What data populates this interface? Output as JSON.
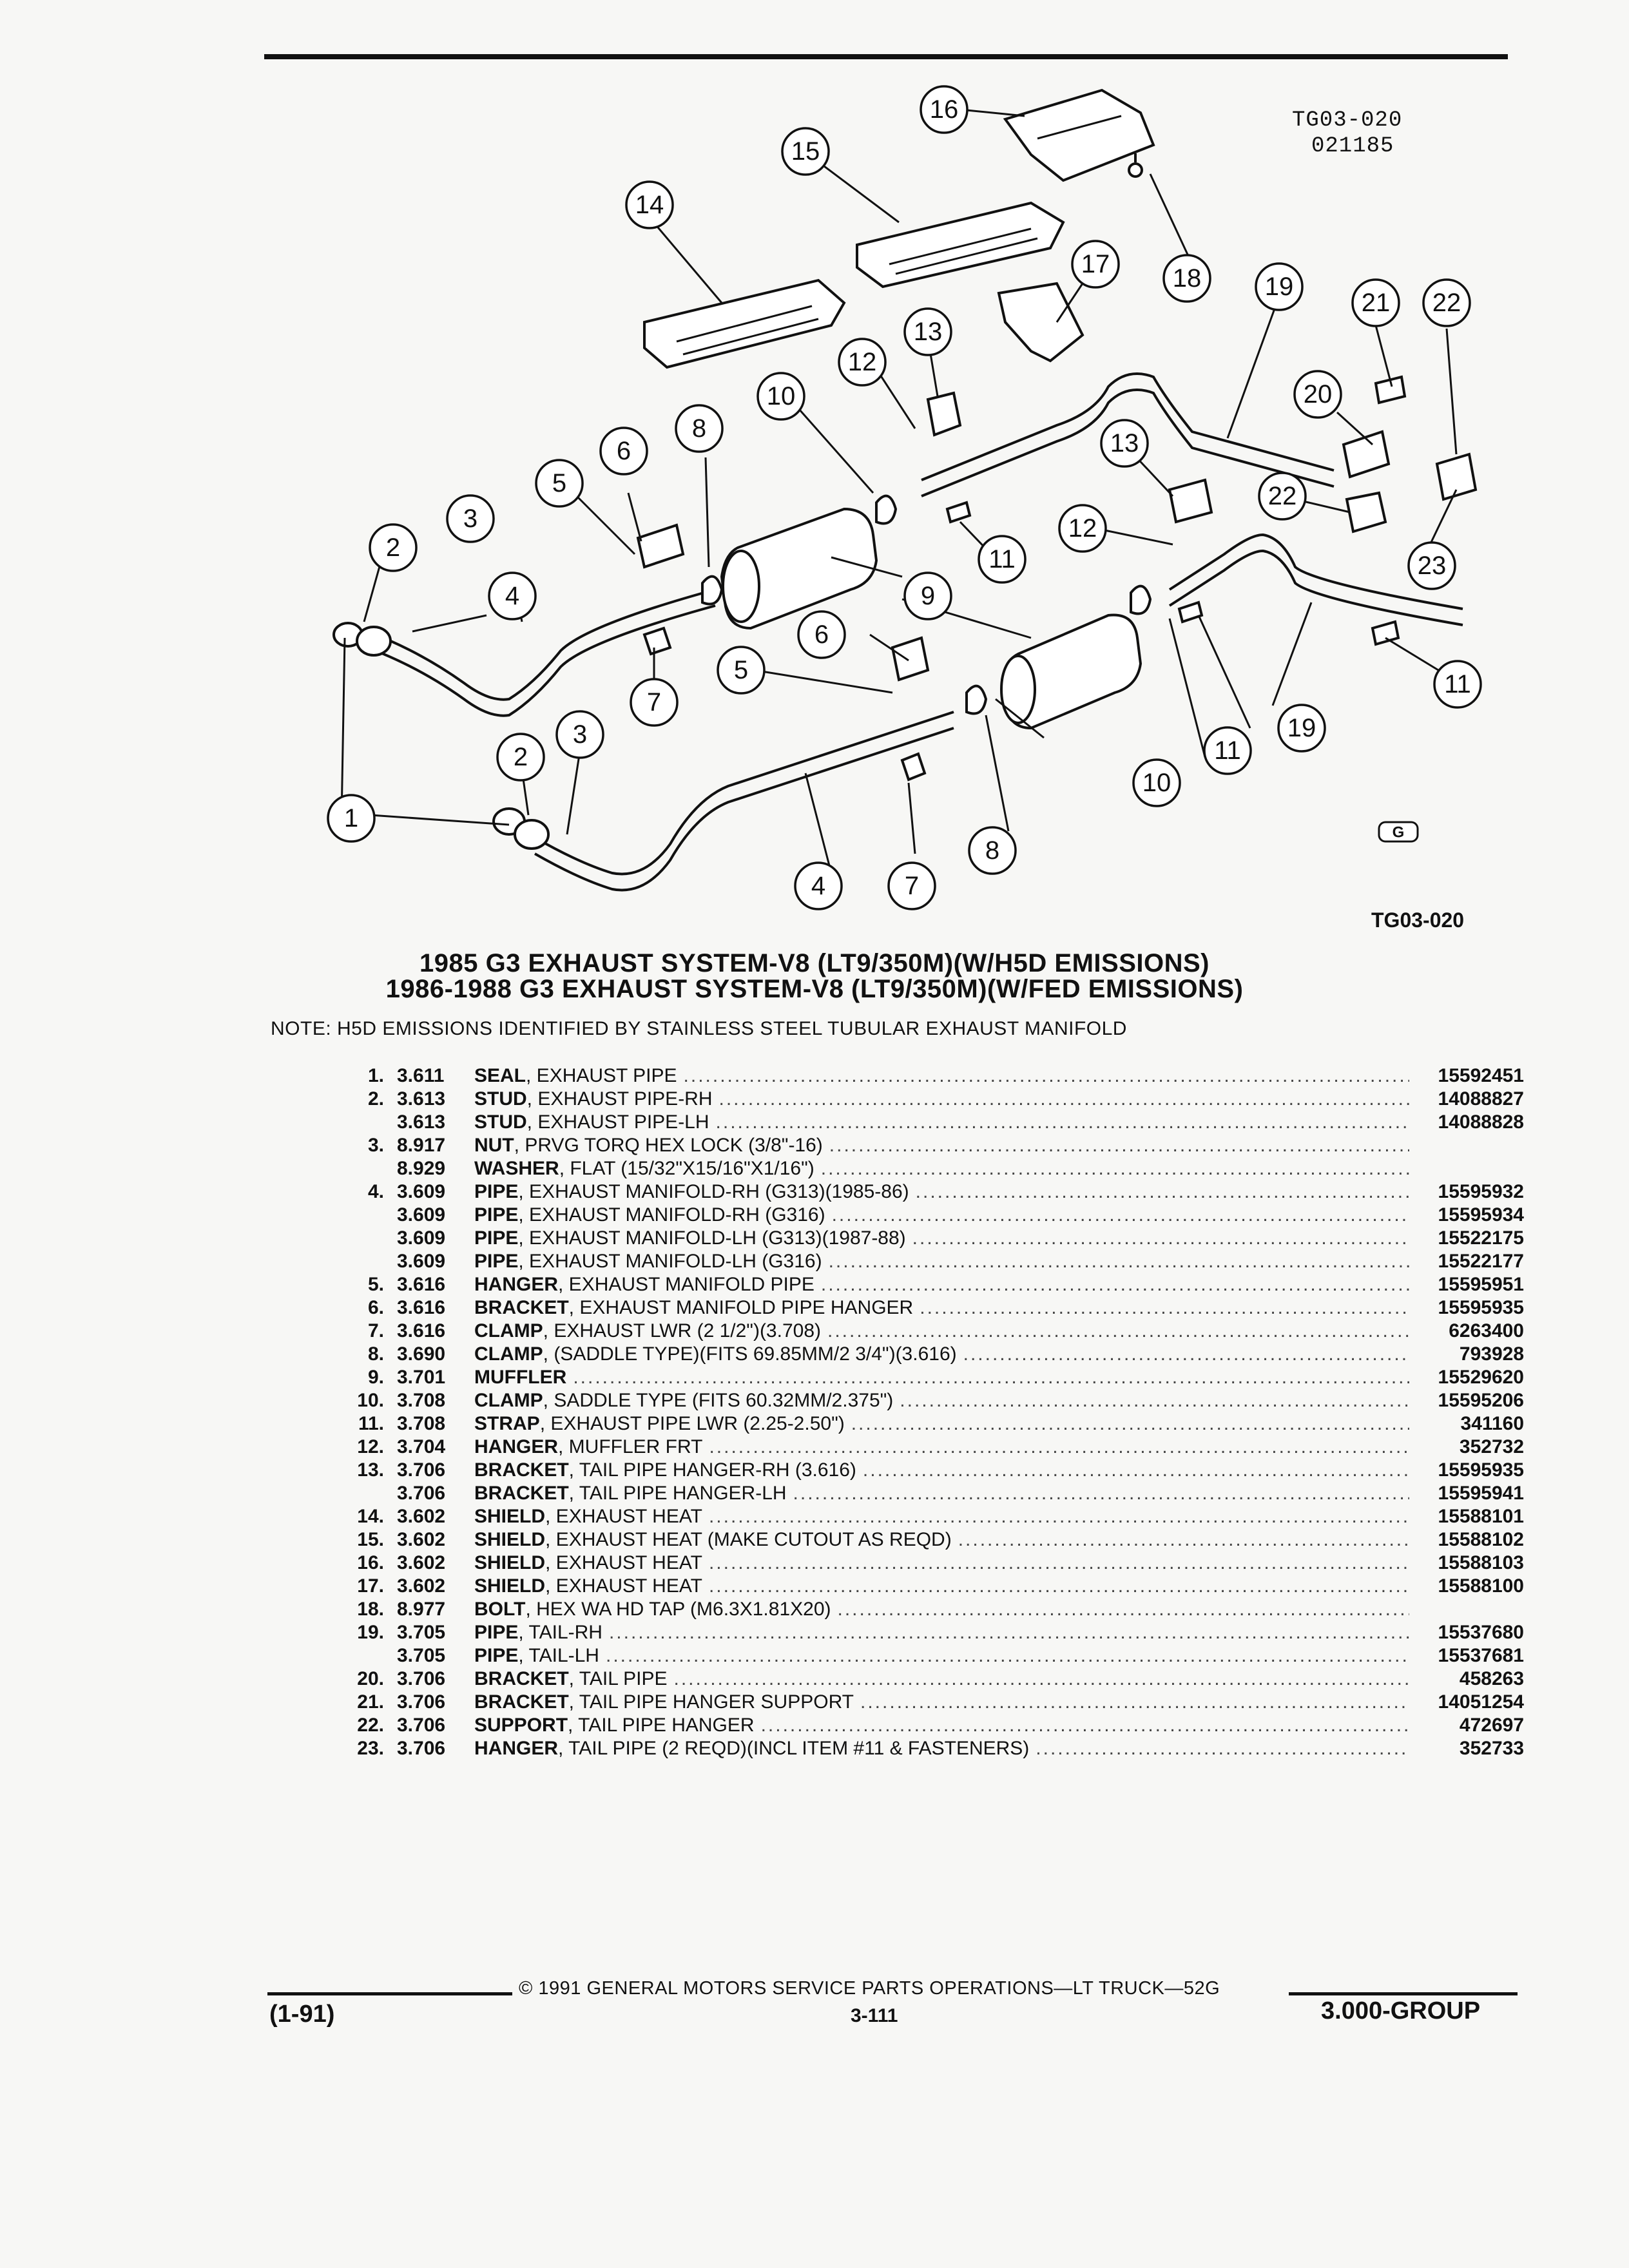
{
  "header": {
    "illustration_code": "TG03-020",
    "illustration_date": "021185",
    "illustration_ref": "TG03-020"
  },
  "diagram": {
    "callouts": [
      "1",
      "2",
      "3",
      "4",
      "5",
      "6",
      "7",
      "8",
      "9",
      "10",
      "11",
      "12",
      "13",
      "14",
      "15",
      "16",
      "17",
      "18",
      "19",
      "20",
      "21",
      "22",
      "23"
    ],
    "logo_mark": "G"
  },
  "titles": {
    "line1": "1985 G3 EXHAUST SYSTEM-V8 (LT9/350M)(W/H5D EMISSIONS)",
    "line2": "1986-1988 G3 EXHAUST SYSTEM-V8 (LT9/350M)(W/FED EMISSIONS)",
    "note": "NOTE:  H5D EMISSIONS IDENTIFIED BY STAINLESS STEEL TUBULAR EXHAUST MANIFOLD"
  },
  "parts": [
    {
      "item": "1.",
      "group": "3.611",
      "name": "SEAL",
      "desc": ", EXHAUST PIPE",
      "pn": "15592451"
    },
    {
      "item": "2.",
      "group": "3.613",
      "name": "STUD",
      "desc": ", EXHAUST PIPE-RH",
      "pn": "14088827"
    },
    {
      "item": "",
      "group": "3.613",
      "name": "STUD",
      "desc": ", EXHAUST PIPE-LH",
      "pn": "14088828"
    },
    {
      "item": "3.",
      "group": "8.917",
      "name": "NUT",
      "desc": ", PRVG TORQ HEX LOCK (3/8\"-16)",
      "pn": ""
    },
    {
      "item": "",
      "group": "8.929",
      "name": "WASHER",
      "desc": ", FLAT (15/32\"X15/16\"X1/16\")",
      "pn": ""
    },
    {
      "item": "4.",
      "group": "3.609",
      "name": "PIPE",
      "desc": ", EXHAUST MANIFOLD-RH (G313)(1985-86)",
      "pn": "15595932"
    },
    {
      "item": "",
      "group": "3.609",
      "name": "PIPE",
      "desc": ", EXHAUST MANIFOLD-RH (G316)",
      "pn": "15595934"
    },
    {
      "item": "",
      "group": "3.609",
      "name": "PIPE",
      "desc": ", EXHAUST MANIFOLD-LH (G313)(1987-88)",
      "pn": "15522175"
    },
    {
      "item": "",
      "group": "3.609",
      "name": "PIPE",
      "desc": ", EXHAUST MANIFOLD-LH (G316)",
      "pn": "15522177"
    },
    {
      "item": "5.",
      "group": "3.616",
      "name": "HANGER",
      "desc": ", EXHAUST MANIFOLD PIPE",
      "pn": "15595951"
    },
    {
      "item": "6.",
      "group": "3.616",
      "name": "BRACKET",
      "desc": ", EXHAUST MANIFOLD PIPE HANGER",
      "pn": "15595935"
    },
    {
      "item": "7.",
      "group": "3.616",
      "name": "CLAMP",
      "desc": ", EXHAUST LWR (2 1/2\")(3.708)",
      "pn": "6263400"
    },
    {
      "item": "8.",
      "group": "3.690",
      "name": "CLAMP",
      "desc": ", (SADDLE TYPE)(FITS 69.85MM/2 3/4\")(3.616)",
      "pn": "793928"
    },
    {
      "item": "9.",
      "group": "3.701",
      "name": "MUFFLER",
      "desc": "",
      "pn": "15529620"
    },
    {
      "item": "10.",
      "group": "3.708",
      "name": "CLAMP",
      "desc": ", SADDLE TYPE (FITS 60.32MM/2.375\")",
      "pn": "15595206"
    },
    {
      "item": "11.",
      "group": "3.708",
      "name": "STRAP",
      "desc": ", EXHAUST PIPE LWR (2.25-2.50\")",
      "pn": "341160"
    },
    {
      "item": "12.",
      "group": "3.704",
      "name": "HANGER",
      "desc": ", MUFFLER FRT",
      "pn": "352732"
    },
    {
      "item": "13.",
      "group": "3.706",
      "name": "BRACKET",
      "desc": ", TAIL PIPE HANGER-RH (3.616)",
      "pn": "15595935"
    },
    {
      "item": "",
      "group": "3.706",
      "name": "BRACKET",
      "desc": ", TAIL PIPE HANGER-LH",
      "pn": "15595941"
    },
    {
      "item": "14.",
      "group": "3.602",
      "name": "SHIELD",
      "desc": ", EXHAUST HEAT",
      "pn": "15588101"
    },
    {
      "item": "15.",
      "group": "3.602",
      "name": "SHIELD",
      "desc": ", EXHAUST HEAT (MAKE CUTOUT AS REQD)",
      "pn": "15588102"
    },
    {
      "item": "16.",
      "group": "3.602",
      "name": "SHIELD",
      "desc": ", EXHAUST HEAT",
      "pn": "15588103"
    },
    {
      "item": "17.",
      "group": "3.602",
      "name": "SHIELD",
      "desc": ", EXHAUST HEAT",
      "pn": "15588100"
    },
    {
      "item": "18.",
      "group": "8.977",
      "name": "BOLT",
      "desc": ", HEX WA HD TAP (M6.3X1.81X20)",
      "pn": ""
    },
    {
      "item": "19.",
      "group": "3.705",
      "name": "PIPE",
      "desc": ", TAIL-RH",
      "pn": "15537680"
    },
    {
      "item": "",
      "group": "3.705",
      "name": "PIPE",
      "desc": ", TAIL-LH",
      "pn": "15537681"
    },
    {
      "item": "20.",
      "group": "3.706",
      "name": "BRACKET",
      "desc": ", TAIL PIPE",
      "pn": "458263"
    },
    {
      "item": "21.",
      "group": "3.706",
      "name": "BRACKET",
      "desc": ", TAIL PIPE HANGER SUPPORT",
      "pn": "14051254"
    },
    {
      "item": "22.",
      "group": "3.706",
      "name": "SUPPORT",
      "desc": ", TAIL PIPE HANGER",
      "pn": "472697"
    },
    {
      "item": "23.",
      "group": "3.706",
      "name": "HANGER",
      "desc": ", TAIL PIPE (2 REQD)(INCL ITEM #11 & FASTENERS)",
      "pn": "352733"
    }
  ],
  "footer": {
    "left": "(1-91)",
    "center": "©  1991  GENERAL MOTORS SERVICE PARTS OPERATIONS—LT TRUCK—52G",
    "page": "3-111",
    "right": "3.000-GROUP"
  }
}
